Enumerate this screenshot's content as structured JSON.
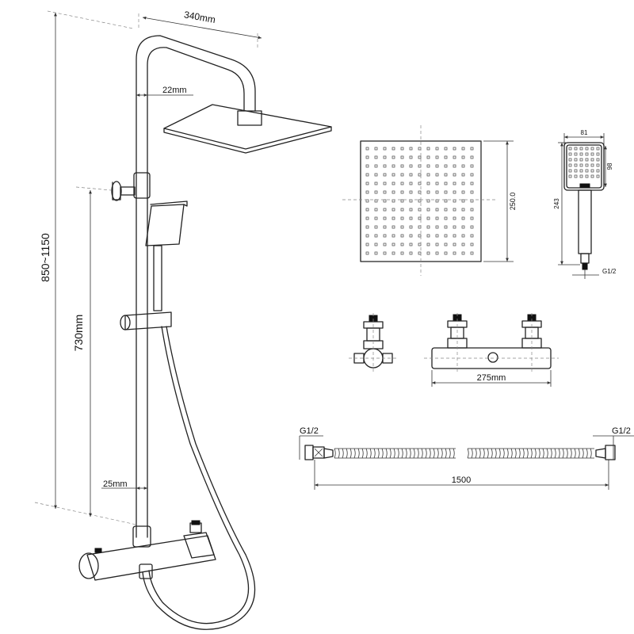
{
  "dimensions": {
    "arm_reach": "340mm",
    "pipe_top_diameter": "22mm",
    "pipe_bottom_diameter": "25mm",
    "total_height": "850~1150",
    "valve_height": "730mm",
    "overhead_size": "250.0",
    "hand_width": "81",
    "hand_head_length": "98",
    "hand_length": "243",
    "hand_thread": "G1/2",
    "valve_width": "275mm",
    "hose_thread_left": "G1/2",
    "hose_thread_right": "G1/2",
    "hose_length": "1500"
  }
}
